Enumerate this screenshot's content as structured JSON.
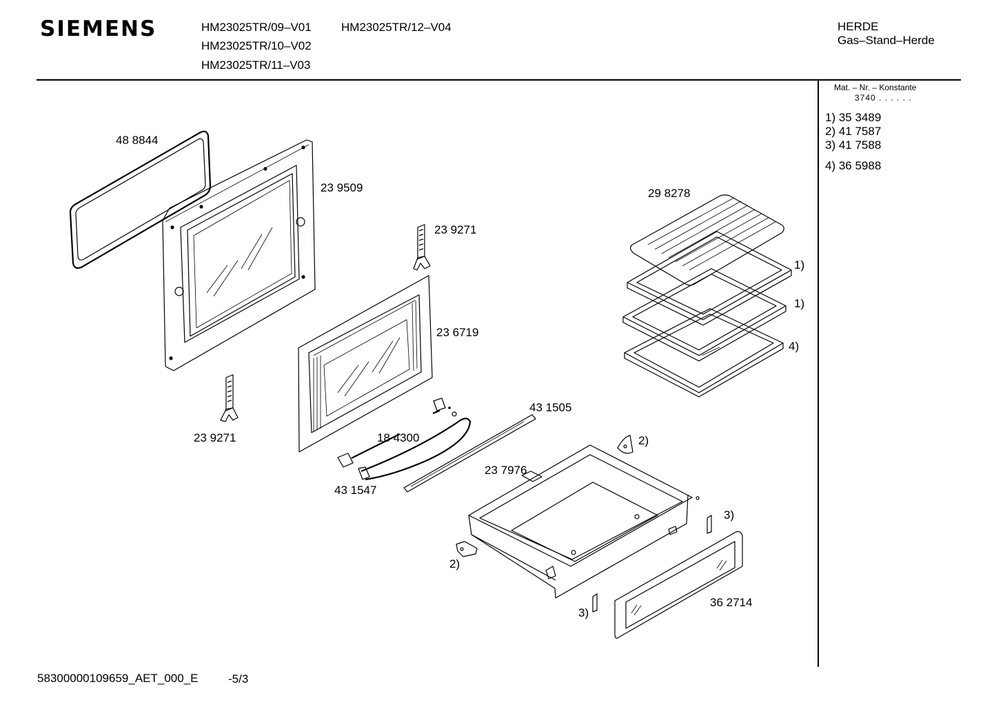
{
  "header": {
    "brand": "SIEMENS",
    "models": [
      "HM23025TR/09–V01",
      "HM23025TR/10–V02",
      "HM23025TR/11–V03",
      "HM23025TR/12–V04"
    ],
    "category": "HERDE",
    "subcategory": "Gas–Stand–Herde"
  },
  "sidebar": {
    "mat_title": "Mat. – Nr. – Konstante",
    "mat_value": "3740 . . . . . .",
    "notes": [
      "1) 35 3489",
      "2) 41 7587",
      "3) 41 7588",
      "4) 36 5988"
    ]
  },
  "parts": {
    "seal": "48 8844",
    "door_inner": "23 9509",
    "hinge_top": "23 9271",
    "hinge_left": "23 9271",
    "door_outer": "23 6719",
    "rack": "29 8278",
    "strip": "43 1505",
    "handle": "18 4300",
    "handle_end": "43 1547",
    "drawer": "23 7976",
    "front_panel": "36 2714"
  },
  "callouts": {
    "c1a": "1)",
    "c1b": "1)",
    "c4": "4)",
    "c2a": "2)",
    "c2b": "2)",
    "c3a": "3)",
    "c3b": "3)"
  },
  "footer": {
    "doc_id": "58300000109659_AET_000_E",
    "page": "-5/3"
  }
}
